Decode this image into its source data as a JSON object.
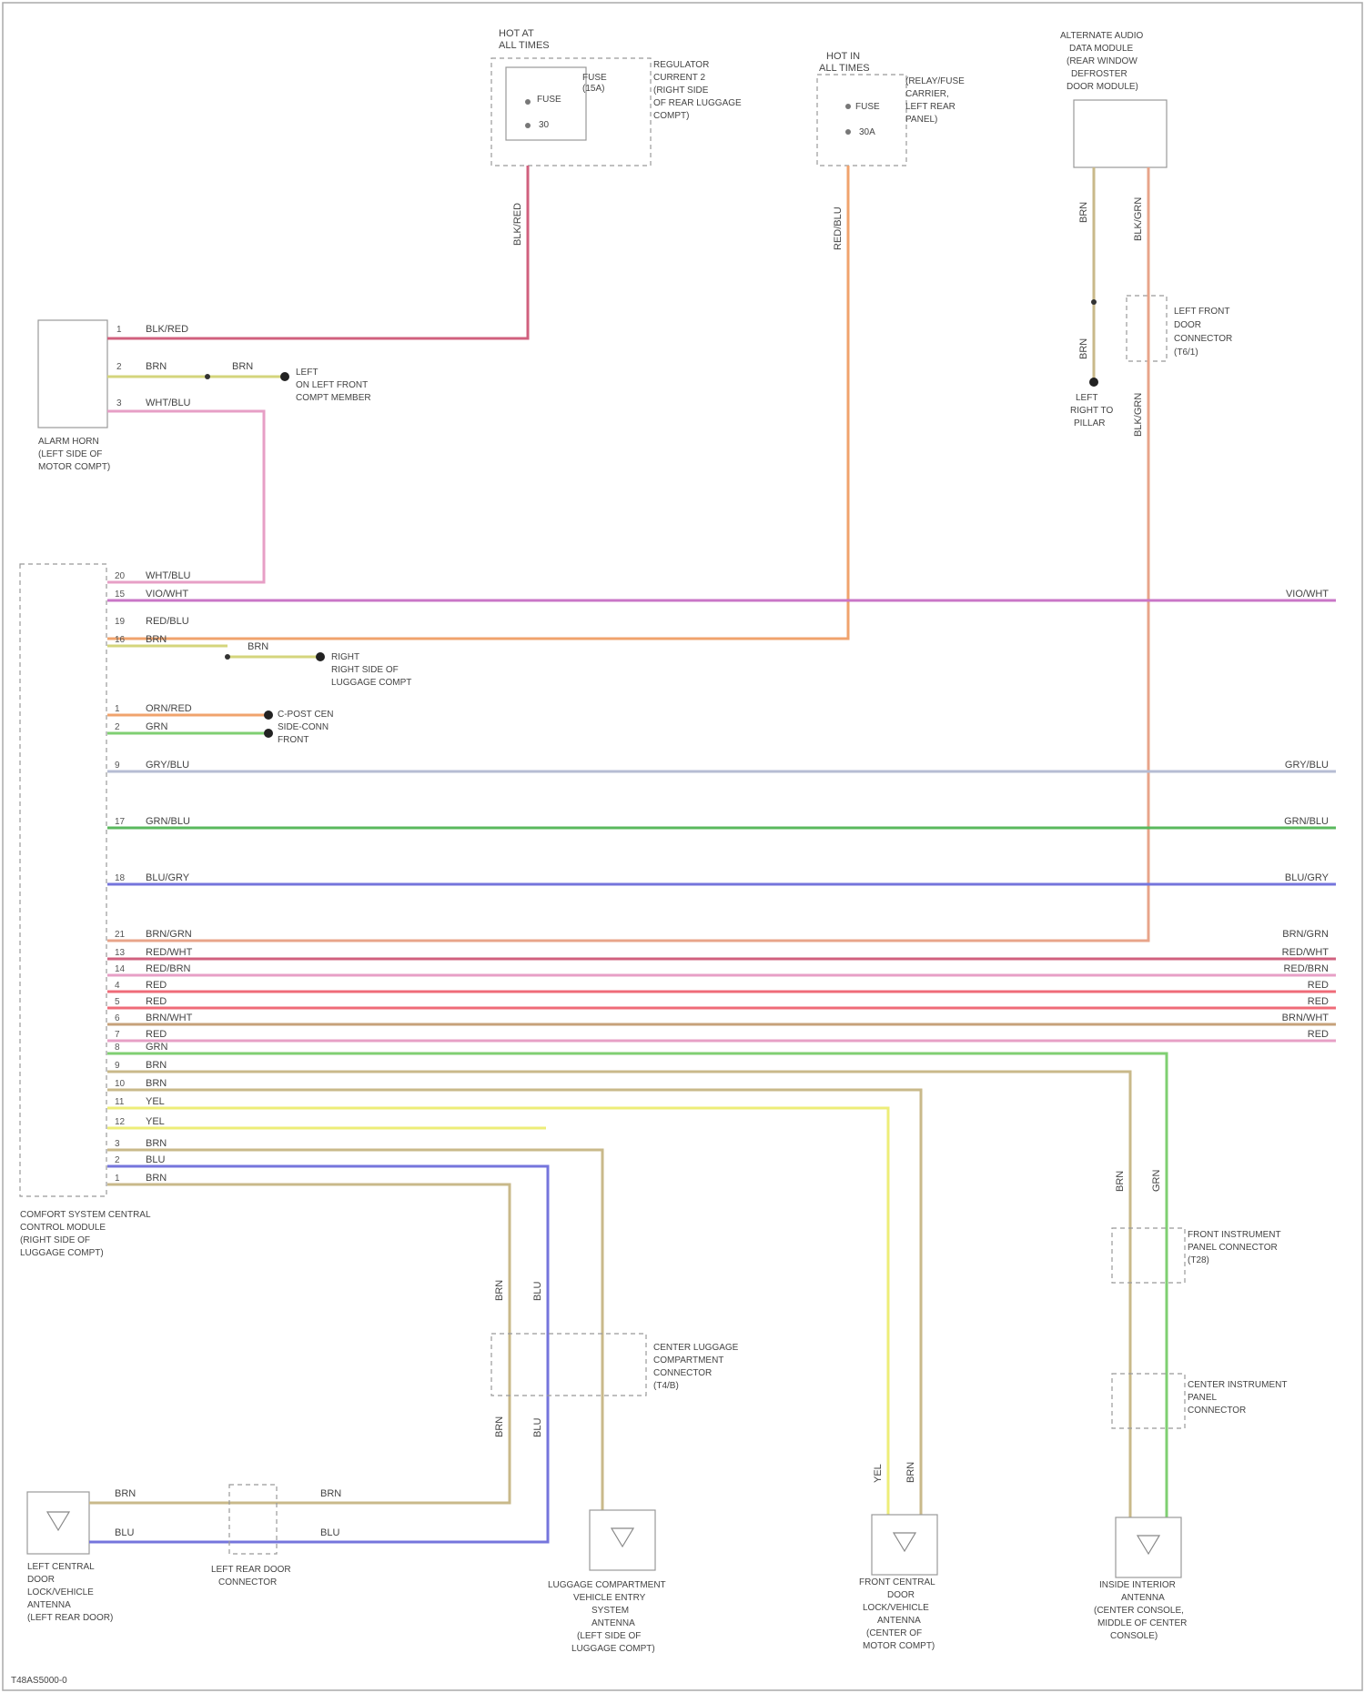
{
  "colors": {
    "pink": "#e79fc6",
    "rose": "#d0607e",
    "salmon": "#e8a48a",
    "orange": "#f0a36d",
    "violet": "#c976c7",
    "yellow_green": "#d4d57c",
    "green": "#7fcf72",
    "grey_blue": "#b6bcd3",
    "dark_green": "#59b85d",
    "blue": "#7575dc",
    "tan": "#c9b98a",
    "yellow": "#eded78",
    "red": "#ef6b78",
    "brown": "#c6a17a"
  },
  "components": {
    "fuse_top_left": {
      "label_top": [
        "HOT AT",
        "ALL TIMES"
      ],
      "inner": [
        "FUSE",
        "(15A)"
      ],
      "pins": [
        "FUSE",
        "30"
      ],
      "side": [
        "REGULATOR",
        "CURRENT 2",
        "(RIGHT SIDE",
        "OF REAR LUGGAGE",
        "COMPT)"
      ]
    },
    "fuse_top_mid": {
      "label_top": [
        "HOT IN",
        "ALL TIMES"
      ],
      "pins": [
        "FUSE",
        "30A"
      ],
      "side": [
        "(RELAY/FUSE",
        "CARRIER,",
        "LEFT REAR",
        "PANEL)"
      ]
    },
    "module_top_right": {
      "label_top": [
        "ALTERNATE AUDIO",
        "DATA MODULE",
        "(REAR WINDOW",
        "DEFROSTER",
        "DOOR MODULE)"
      ]
    },
    "antenna_left": {
      "labels": [
        "ALARM HORN",
        "(LEFT SIDE OF",
        "MOTOR COMPT)"
      ]
    },
    "control_module": {
      "labels": [
        "COMFORT SYSTEM CENTRAL",
        "CONTROL MODULE",
        "(RIGHT SIDE OF",
        "LUGGAGE COMPT)"
      ]
    },
    "left_antenna": {
      "labels": [
        "LEFT CENTRAL",
        "DOOR",
        "LOCK/VEHICLE",
        "ANTENNA",
        "(LEFT REAR DOOR)"
      ]
    },
    "junction_left": {
      "labels": [
        "LEFT REAR DOOR",
        "CONNECTOR"
      ]
    },
    "luggage_antenna": {
      "labels": [
        "LUGGAGE COMPARTMENT",
        "VEHICLE ENTRY",
        "SYSTEM",
        "ANTENNA",
        "(LEFT SIDE OF",
        "LUGGAGE COMPT)"
      ]
    },
    "center_connector": {
      "labels": [
        "CENTER LUGGAGE",
        "COMPARTMENT",
        "CONNECTOR",
        "(T4/B)"
      ]
    },
    "front_antenna": {
      "labels": [
        "FRONT CENTRAL",
        "DOOR",
        "LOCK/VEHICLE",
        "ANTENNA",
        "(CENTER OF",
        "MOTOR COMPT)"
      ]
    },
    "interior_antenna": {
      "labels": [
        "INSIDE INTERIOR",
        "ANTENNA",
        "(CENTER CONSOLE,",
        "MIDDLE OF CENTER",
        "CONSOLE)"
      ]
    },
    "right_conn_1": {
      "labels": [
        "FRONT INSTRUMENT",
        "PANEL CONNECTOR",
        "(T28)"
      ]
    },
    "right_conn_2": {
      "labels": [
        "CENTER INSTRUMENT",
        "PANEL",
        "CONNECTOR"
      ]
    },
    "left_conn_top_right": {
      "labels": [
        "LEFT FRONT",
        "DOOR",
        "CONNECTOR",
        "(T6/1)"
      ]
    }
  },
  "grounds": {
    "g1": [
      "LEFT",
      "ON LEFT FRONT",
      "COMPT MEMBER"
    ],
    "g2": [
      "RIGHT",
      "RIGHT SIDE OF",
      "LUGGAGE COMPT"
    ],
    "g3": [
      "C-POST CEN",
      "SIDE-CONN",
      "FRONT"
    ],
    "g4": [
      "LEFT",
      "RIGHT TO",
      "PILLAR"
    ]
  },
  "wires": {
    "w_alarm_1": "BLK/RED",
    "w_alarm_2a": "BRN",
    "w_alarm_2b": "BRN",
    "w_alarm_3": "WHT/BLU",
    "w_fuse1_vert": "BLK/RED",
    "w_fuse2_vert": "RED/BLU",
    "w_tr_left": "BRN",
    "w_tr_left2": "BRN",
    "w_tr_right": "BLK/GRN",
    "w_tr_right2": "BLK/GRN",
    "rows": [
      {
        "pin": "20",
        "label": "WHT/BLU",
        "right": ""
      },
      {
        "pin": "15",
        "label": "VIO/WHT",
        "right": "VIO/WHT"
      },
      {
        "pin": "19",
        "label": "RED/BLU",
        "right": ""
      },
      {
        "pin": "16",
        "label": "BRN",
        "right": "",
        "extra": "BRN"
      },
      {
        "pin": "1",
        "label": "ORN/RED",
        "right": ""
      },
      {
        "pin": "2",
        "label": "GRN",
        "right": ""
      },
      {
        "pin": "9",
        "label": "GRY/BLU",
        "right": "GRY/BLU"
      },
      {
        "pin": "17",
        "label": "GRN/BLU",
        "right": "GRN/BLU"
      },
      {
        "pin": "18",
        "label": "BLU/GRY",
        "right": "BLU/GRY"
      },
      {
        "pin": "21",
        "label": "BRN/GRN",
        "right": "BRN/GRN"
      },
      {
        "pin": "13",
        "label": "RED/WHT",
        "right": "RED/WHT"
      },
      {
        "pin": "14",
        "label": "RED/BRN",
        "right": "RED/BRN"
      },
      {
        "pin": "4",
        "label": "RED",
        "right": "RED"
      },
      {
        "pin": "5",
        "label": "RED",
        "right": "RED"
      },
      {
        "pin": "6",
        "label": "BRN/WHT",
        "right": "BRN/WHT"
      },
      {
        "pin": "7",
        "label": "RED",
        "right": "RED"
      },
      {
        "pin": "8",
        "label": "GRN",
        "right": ""
      },
      {
        "pin": "9",
        "label": "BRN",
        "right": ""
      },
      {
        "pin": "10",
        "label": "BRN",
        "right": ""
      },
      {
        "pin": "11",
        "label": "YEL",
        "right": ""
      },
      {
        "pin": "12",
        "label": "YEL",
        "right": ""
      },
      {
        "pin": "3",
        "label": "BRN",
        "right": ""
      },
      {
        "pin": "2",
        "label": "BLU",
        "right": ""
      },
      {
        "pin": "1",
        "label": "BRN",
        "right": ""
      }
    ],
    "bottom_left_1": "BRN",
    "bottom_left_2": "BLU",
    "bottom_left_3": "BRN",
    "bottom_left_4": "BLU",
    "vert_lugg_1": "BRN",
    "vert_lugg_2": "BLU",
    "vert_lugg_3": "BRN",
    "vert_lugg_4": "BLU",
    "vert_front_1": "YEL",
    "vert_front_2": "BRN",
    "vert_int_1": "BRN",
    "vert_int_2": "GRN"
  },
  "footer": "T48AS5000-0"
}
